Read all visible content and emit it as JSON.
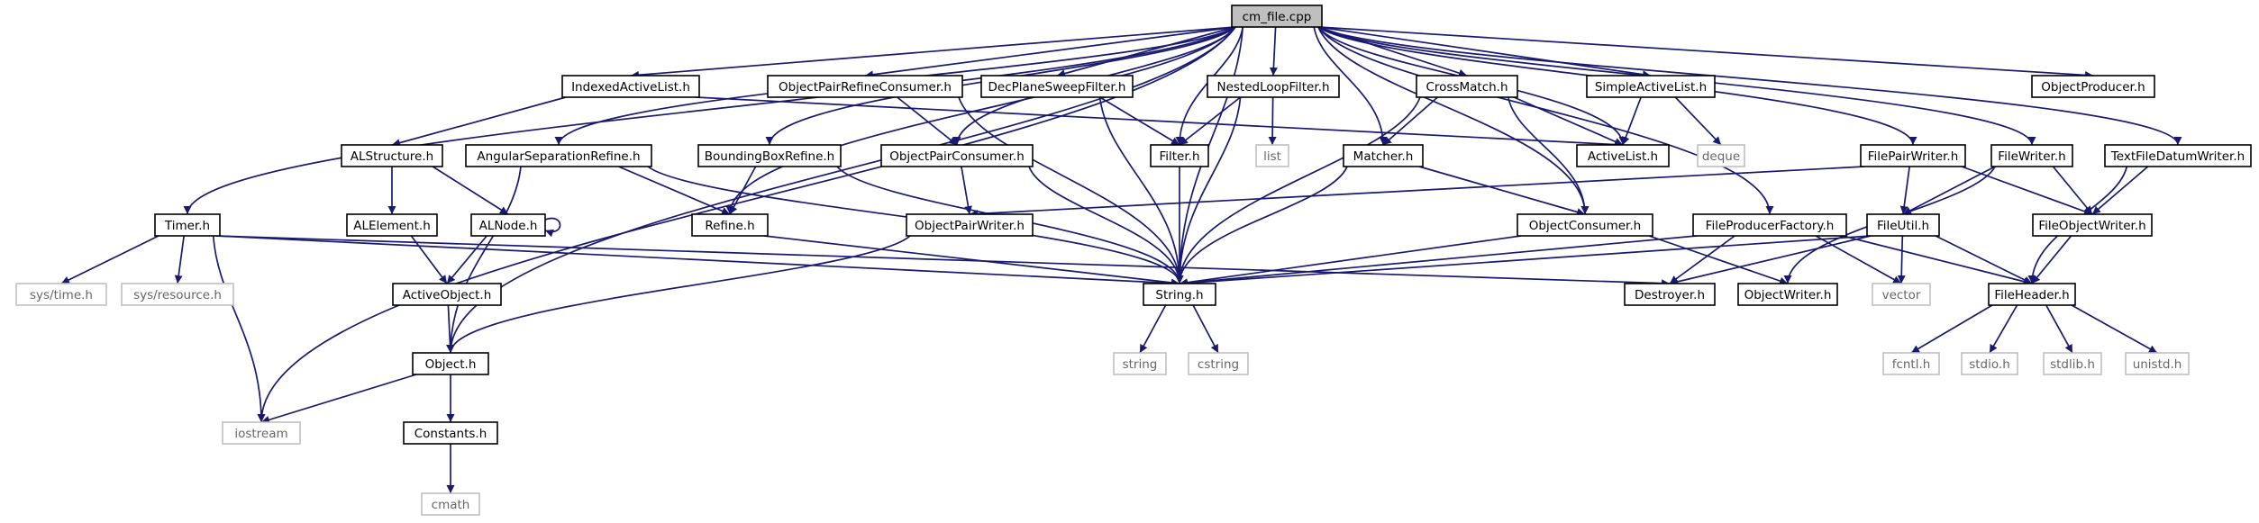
{
  "colors": {
    "edge": "#191970",
    "root_fill": "#bfbfbf",
    "node_fill": "#ffffff",
    "node_border": "#000000",
    "system_border": "#bfbfbf",
    "system_text": "#666666",
    "text": "#000000"
  },
  "nodes": [
    {
      "id": "root",
      "label": "cm_file.cpp",
      "kind": "root"
    },
    {
      "id": "indexedactivelist",
      "label": "IndexedActiveList.h",
      "kind": "local"
    },
    {
      "id": "objectpairrefineconsumer",
      "label": "ObjectPairRefineConsumer.h",
      "kind": "local"
    },
    {
      "id": "decplanesweepfilter",
      "label": "DecPlaneSweepFilter.h",
      "kind": "local"
    },
    {
      "id": "nestedloopfilter",
      "label": "NestedLoopFilter.h",
      "kind": "local"
    },
    {
      "id": "crossmatch",
      "label": "CrossMatch.h",
      "kind": "local"
    },
    {
      "id": "simpleactivelist",
      "label": "SimpleActiveList.h",
      "kind": "local"
    },
    {
      "id": "objectproducer",
      "label": "ObjectProducer.h",
      "kind": "local"
    },
    {
      "id": "alstructure",
      "label": "ALStructure.h",
      "kind": "local"
    },
    {
      "id": "angularseparationrefine",
      "label": "AngularSeparationRefine.h",
      "kind": "local"
    },
    {
      "id": "boundingboxrefine",
      "label": "BoundingBoxRefine.h",
      "kind": "local"
    },
    {
      "id": "objectpairconsumer",
      "label": "ObjectPairConsumer.h",
      "kind": "local"
    },
    {
      "id": "filter",
      "label": "Filter.h",
      "kind": "local"
    },
    {
      "id": "list",
      "label": "list",
      "kind": "system"
    },
    {
      "id": "matcher",
      "label": "Matcher.h",
      "kind": "local"
    },
    {
      "id": "activelist",
      "label": "ActiveList.h",
      "kind": "local"
    },
    {
      "id": "deque",
      "label": "deque",
      "kind": "system"
    },
    {
      "id": "filepairwriter",
      "label": "FilePairWriter.h",
      "kind": "local"
    },
    {
      "id": "filewriter",
      "label": "FileWriter.h",
      "kind": "local"
    },
    {
      "id": "textfiledatumwriter",
      "label": "TextFileDatumWriter.h",
      "kind": "local"
    },
    {
      "id": "timer",
      "label": "Timer.h",
      "kind": "local"
    },
    {
      "id": "alelement",
      "label": "ALElement.h",
      "kind": "local"
    },
    {
      "id": "alnode",
      "label": "ALNode.h",
      "kind": "local"
    },
    {
      "id": "refine",
      "label": "Refine.h",
      "kind": "local"
    },
    {
      "id": "objectpairwriter",
      "label": "ObjectPairWriter.h",
      "kind": "local"
    },
    {
      "id": "objectconsumer",
      "label": "ObjectConsumer.h",
      "kind": "local"
    },
    {
      "id": "fileproducerfactory",
      "label": "FileProducerFactory.h",
      "kind": "local"
    },
    {
      "id": "fileutil",
      "label": "FileUtil.h",
      "kind": "local"
    },
    {
      "id": "fileobjectwriter",
      "label": "FileObjectWriter.h",
      "kind": "local"
    },
    {
      "id": "systime",
      "label": "sys/time.h",
      "kind": "system"
    },
    {
      "id": "sysresource",
      "label": "sys/resource.h",
      "kind": "system"
    },
    {
      "id": "activeobject",
      "label": "ActiveObject.h",
      "kind": "local"
    },
    {
      "id": "string",
      "label": "String.h",
      "kind": "local"
    },
    {
      "id": "destroyer",
      "label": "Destroyer.h",
      "kind": "local"
    },
    {
      "id": "objectwriter",
      "label": "ObjectWriter.h",
      "kind": "local"
    },
    {
      "id": "vector",
      "label": "vector",
      "kind": "system"
    },
    {
      "id": "fileheader",
      "label": "FileHeader.h",
      "kind": "local"
    },
    {
      "id": "object",
      "label": "Object.h",
      "kind": "local"
    },
    {
      "id": "stdstring",
      "label": "string",
      "kind": "system"
    },
    {
      "id": "cstring",
      "label": "cstring",
      "kind": "system"
    },
    {
      "id": "fcntl",
      "label": "fcntl.h",
      "kind": "system"
    },
    {
      "id": "stdio",
      "label": "stdio.h",
      "kind": "system"
    },
    {
      "id": "stdlib",
      "label": "stdlib.h",
      "kind": "system"
    },
    {
      "id": "unistd",
      "label": "unistd.h",
      "kind": "system"
    },
    {
      "id": "iostream",
      "label": "iostream",
      "kind": "system"
    },
    {
      "id": "constants",
      "label": "Constants.h",
      "kind": "local"
    },
    {
      "id": "cmath",
      "label": "cmath",
      "kind": "system"
    }
  ],
  "edges": [
    [
      "root",
      "indexedactivelist"
    ],
    [
      "root",
      "objectpairrefineconsumer"
    ],
    [
      "root",
      "decplanesweepfilter"
    ],
    [
      "root",
      "nestedloopfilter"
    ],
    [
      "root",
      "crossmatch"
    ],
    [
      "root",
      "simpleactivelist"
    ],
    [
      "root",
      "objectproducer"
    ],
    [
      "root",
      "timer"
    ],
    [
      "root",
      "iostream"
    ],
    [
      "root",
      "object"
    ],
    [
      "root",
      "angularseparationrefine"
    ],
    [
      "root",
      "refine"
    ],
    [
      "root",
      "boundingboxrefine"
    ],
    [
      "root",
      "objectpairconsumer"
    ],
    [
      "root",
      "filter"
    ],
    [
      "root",
      "string"
    ],
    [
      "root",
      "matcher"
    ],
    [
      "root",
      "activelist"
    ],
    [
      "root",
      "objectconsumer"
    ],
    [
      "root",
      "fileproducerfactory"
    ],
    [
      "root",
      "filepairwriter"
    ],
    [
      "root",
      "filewriter"
    ],
    [
      "root",
      "textfiledatumwriter"
    ],
    [
      "indexedactivelist",
      "alstructure"
    ],
    [
      "indexedactivelist",
      "activelist"
    ],
    [
      "objectpairrefineconsumer",
      "objectpairconsumer"
    ],
    [
      "objectpairrefineconsumer",
      "string"
    ],
    [
      "decplanesweepfilter",
      "filter"
    ],
    [
      "decplanesweepfilter",
      "string"
    ],
    [
      "nestedloopfilter",
      "filter"
    ],
    [
      "nestedloopfilter",
      "list"
    ],
    [
      "nestedloopfilter",
      "string"
    ],
    [
      "crossmatch",
      "matcher"
    ],
    [
      "crossmatch",
      "activelist"
    ],
    [
      "crossmatch",
      "objectconsumer"
    ],
    [
      "crossmatch",
      "string"
    ],
    [
      "simpleactivelist",
      "activelist"
    ],
    [
      "simpleactivelist",
      "deque"
    ],
    [
      "alstructure",
      "alelement"
    ],
    [
      "alstructure",
      "alnode"
    ],
    [
      "alnode",
      "alnode"
    ],
    [
      "alnode",
      "activeobject"
    ],
    [
      "alelement",
      "activeobject"
    ],
    [
      "activeobject",
      "object"
    ],
    [
      "angularseparationrefine",
      "refine"
    ],
    [
      "angularseparationrefine",
      "string"
    ],
    [
      "angularseparationrefine",
      "object"
    ],
    [
      "boundingboxrefine",
      "refine"
    ],
    [
      "boundingboxrefine",
      "string"
    ],
    [
      "objectpairconsumer",
      "objectpairwriter"
    ],
    [
      "objectpairconsumer",
      "string"
    ],
    [
      "filter",
      "string"
    ],
    [
      "matcher",
      "objectconsumer"
    ],
    [
      "matcher",
      "string"
    ],
    [
      "refine",
      "string"
    ],
    [
      "objectpairwriter",
      "object"
    ],
    [
      "objectconsumer",
      "string"
    ],
    [
      "objectconsumer",
      "objectwriter"
    ],
    [
      "filepairwriter",
      "objectpairwriter"
    ],
    [
      "filepairwriter",
      "fileutil"
    ],
    [
      "filepairwriter",
      "fileobjectwriter"
    ],
    [
      "filewriter",
      "fileutil"
    ],
    [
      "filewriter",
      "fileobjectwriter"
    ],
    [
      "filewriter",
      "objectwriter"
    ],
    [
      "textfiledatumwriter",
      "fileobjectwriter"
    ],
    [
      "textfiledatumwriter",
      "fileheader"
    ],
    [
      "fileproducerfactory",
      "string"
    ],
    [
      "fileproducerfactory",
      "destroyer"
    ],
    [
      "fileproducerfactory",
      "vector"
    ],
    [
      "fileproducerfactory",
      "fileheader"
    ],
    [
      "fileutil",
      "string"
    ],
    [
      "fileutil",
      "destroyer"
    ],
    [
      "fileutil",
      "vector"
    ],
    [
      "fileutil",
      "fileheader"
    ],
    [
      "fileobjectwriter",
      "fileheader"
    ],
    [
      "timer",
      "systime"
    ],
    [
      "timer",
      "sysresource"
    ],
    [
      "timer",
      "iostream"
    ],
    [
      "timer",
      "string"
    ],
    [
      "timer",
      "destroyer"
    ],
    [
      "string",
      "stdstring"
    ],
    [
      "string",
      "cstring"
    ],
    [
      "fileheader",
      "fcntl"
    ],
    [
      "fileheader",
      "stdio"
    ],
    [
      "fileheader",
      "stdlib"
    ],
    [
      "fileheader",
      "unistd"
    ],
    [
      "object",
      "iostream"
    ],
    [
      "object",
      "constants"
    ],
    [
      "constants",
      "cmath"
    ]
  ]
}
